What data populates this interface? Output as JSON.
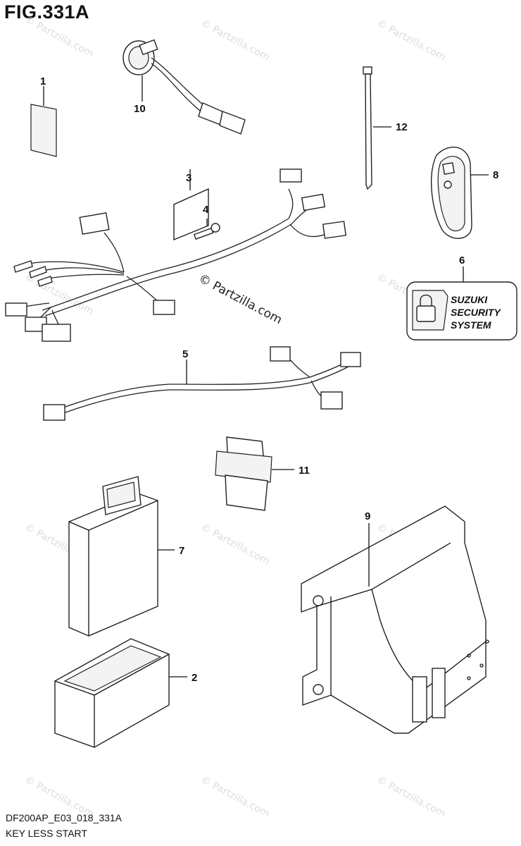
{
  "figure": {
    "title": "FIG.331A",
    "code": "DF200AP_E03_018_331A",
    "caption": "KEY LESS START"
  },
  "watermark": {
    "text": "© Partzilla.com",
    "center_text": "© Partzilla.com"
  },
  "callouts": [
    {
      "number": "1",
      "part": "label-card"
    },
    {
      "number": "2",
      "part": "case"
    },
    {
      "number": "3",
      "part": "main-wire-harness"
    },
    {
      "number": "4",
      "part": "bolt"
    },
    {
      "number": "5",
      "part": "sub-wire-harness"
    },
    {
      "number": "6",
      "part": "security-label"
    },
    {
      "number": "7",
      "part": "control-unit"
    },
    {
      "number": "8",
      "part": "key-fob"
    },
    {
      "number": "9",
      "part": "bracket"
    },
    {
      "number": "10",
      "part": "buzzer-lead"
    },
    {
      "number": "11",
      "part": "relay"
    },
    {
      "number": "12",
      "part": "cable-tie"
    }
  ],
  "security_label": {
    "line1": "SUZUKI",
    "line2": "SECURITY",
    "line3": "SYSTEM"
  }
}
